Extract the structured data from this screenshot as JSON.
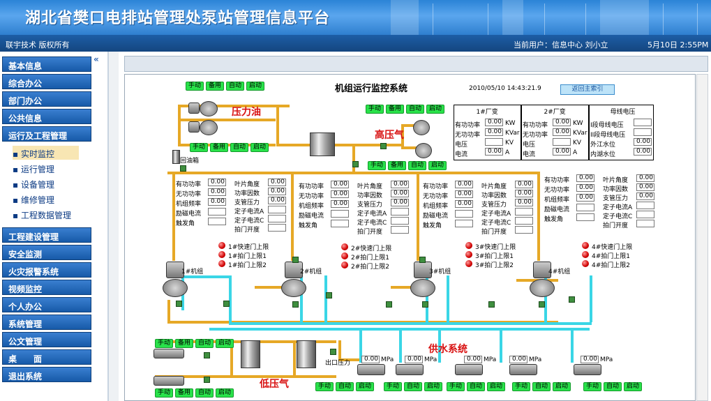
{
  "header": {
    "title": "湖北省樊口电排站管理处泵站管理信息平台"
  },
  "subbar": {
    "copyright": "联宇技术 版权所有",
    "current_user": "当前用户：信息中心 刘小立",
    "datetime": "5月10日 2:55PM"
  },
  "sidebar": {
    "items": [
      "基本信息",
      "综合办公",
      "部门办公",
      "公共信息",
      "运行及工程管理"
    ],
    "sub_items": [
      "实时监控",
      "运行管理",
      "设备管理",
      "维修管理",
      "工程数据管理"
    ],
    "items2": [
      "工程建设管理",
      "安全监测",
      "火灾报警系统",
      "视频监控",
      "个人办公",
      "系统管理",
      "公文管理",
      "桌　　面",
      "退出系统"
    ],
    "collapse": "«"
  },
  "panel": {
    "title": "机组运行监控系统",
    "datetime": "2010/05/10 14:43:21.9",
    "return_btn": "返回主索引",
    "oil": "压力油",
    "gas_high": "高压气",
    "gas_low": "低压气",
    "water": "供水系统",
    "oil_tank": "回油箱",
    "out_pressure": "出口压力",
    "ctrl": [
      "手动",
      "备用",
      "自动",
      "启动"
    ],
    "ctrl2": [
      "手动",
      "自动",
      "启动"
    ],
    "t1": {
      "head": "1#厂变",
      "rows": [
        [
          "有功功率",
          "0.00",
          "KW"
        ],
        [
          "无功功率",
          "0.00",
          "KVar"
        ],
        [
          "电压",
          "",
          "KV"
        ],
        [
          "电流",
          "0.00",
          "A"
        ]
      ]
    },
    "t2": {
      "head": "2#厂变",
      "rows": [
        [
          "有功功率",
          "0.00",
          "KW"
        ],
        [
          "无功功率",
          "0.00",
          "KVar"
        ],
        [
          "电压",
          "",
          "KV"
        ],
        [
          "电流",
          "0.00",
          "A"
        ]
      ]
    },
    "t3": {
      "head": "母线电压",
      "rows": [
        [
          "I段母线电压",
          ""
        ],
        [
          "II段母线电压",
          ""
        ],
        [
          "外江水位",
          "0.00"
        ],
        [
          "内湖水位",
          "0.00"
        ]
      ]
    },
    "unit_labels_a": [
      "有功功率",
      "无功功率",
      "机组频率",
      "励磁电流",
      "触发角"
    ],
    "unit_labels_b": [
      "叶片角度",
      "功率因数",
      "支管压力",
      "定子电流A",
      "定子电流C",
      "拍门开度"
    ],
    "alarms": [
      "快速门上限",
      "拍门上限1",
      "拍门上限2"
    ],
    "machines": [
      "1#机组",
      "2#机组",
      "3#机组",
      "4#机组"
    ],
    "zero": "0.00",
    "mpa": "MPa"
  }
}
